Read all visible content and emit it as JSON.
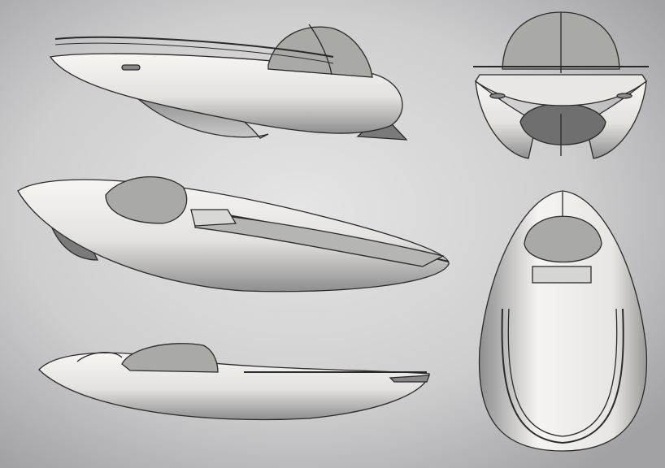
{
  "image": {
    "subject": "boat-concept-sketch-views",
    "views": [
      "perspective-side",
      "front",
      "perspective-three-quarter",
      "top",
      "side"
    ],
    "colors": {
      "background_center": "#e4e3e4",
      "background_edge": "#a4a4a7",
      "hull_light": "#f6f5f2",
      "hull_shadow": "#8d8d8e",
      "canopy": "#a9a9a6",
      "outline": "#2a2a2a"
    }
  }
}
